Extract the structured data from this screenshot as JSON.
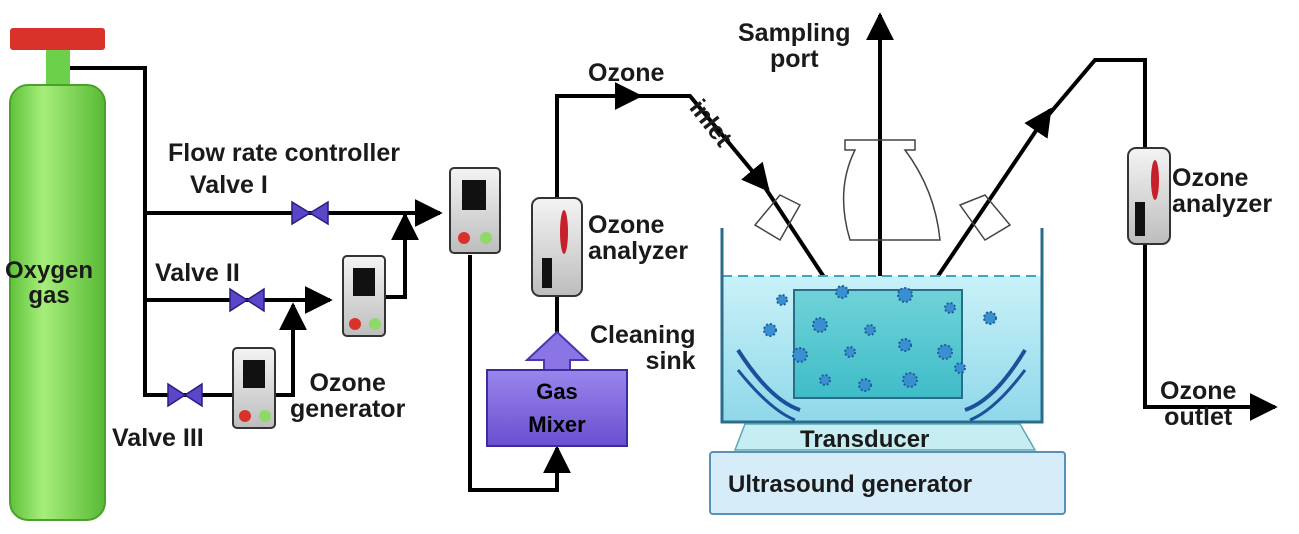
{
  "labels": {
    "oxygen_gas": "Oxygen\ngas",
    "flow_rate_controller": "Flow rate controller",
    "valve_1": "Valve I",
    "valve_2": "Valve II",
    "valve_3": "Valve III",
    "ozone_generator": "Ozone\ngenerator",
    "ozone": "Ozone",
    "inlet": "inlet",
    "ozone_analyzer_left": "Ozone\nanalyzer",
    "cleaning_sink": "Cleaning\nsink",
    "gas_mixer": "Gas\nMixer",
    "sampling_port": "Sampling\nport",
    "transducer": "Transducer",
    "ultrasound_generator": "Ultrasound generator",
    "ozone_analyzer_right": "Ozone\nanalyzer",
    "ozone_outlet": "Ozone\noutlet"
  },
  "colors": {
    "cylinder": "#7ed957",
    "cylinder_cap": "#d9322b",
    "valve": "#5a46c8",
    "gas_mixer": "#7b61d9",
    "water": "#a8e4f0",
    "transducer": "#c6eef2",
    "ultrasound_box": "#d6ecf8",
    "bubble": "#3a8fd0"
  }
}
